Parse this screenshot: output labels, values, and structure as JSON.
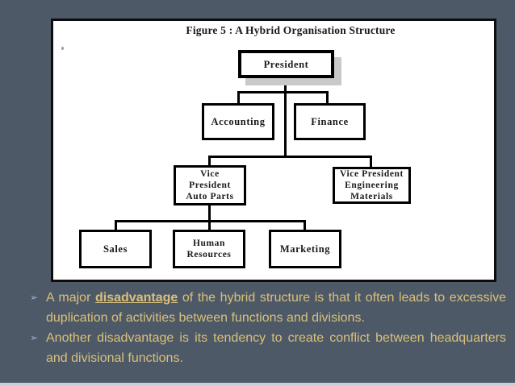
{
  "figure": {
    "title": "Figure 5 : A Hybrid Organisation Structure",
    "nodes": {
      "president": "President",
      "accounting": "Accounting",
      "finance": "Finance",
      "vp_auto_parts": "Vice\nPresident\nAuto Parts",
      "vp_engineering": "Vice President\nEngineering\nMaterials",
      "sales": "Sales",
      "human_resources": "Human\nResources",
      "marketing": "Marketing"
    },
    "structure": {
      "President": [
        "Accounting",
        "Finance",
        "Vice President Auto Parts",
        "Vice President Engineering Materials"
      ],
      "Vice President Auto Parts": [
        "Sales",
        "Human Resources",
        "Marketing"
      ]
    }
  },
  "bullets": {
    "marker": "➢",
    "items": [
      {
        "prefix": "A major ",
        "highlight": "disadvantage",
        "suffix": " of the hybrid structure is that it often leads to excessive duplication of activities between functions and divisions."
      },
      {
        "text": "Another disadvantage is its tendency to create conflict between headquarters and divisional functions."
      }
    ]
  },
  "colors": {
    "background": "#4e5967",
    "panel_background": "#ffffff",
    "line": "#000000",
    "president_shadow": "#c9c9c9",
    "bullet_text": "#d9c07a",
    "bullet_marker": "#9db2c9",
    "bottom_strip": "#c6cfda"
  }
}
